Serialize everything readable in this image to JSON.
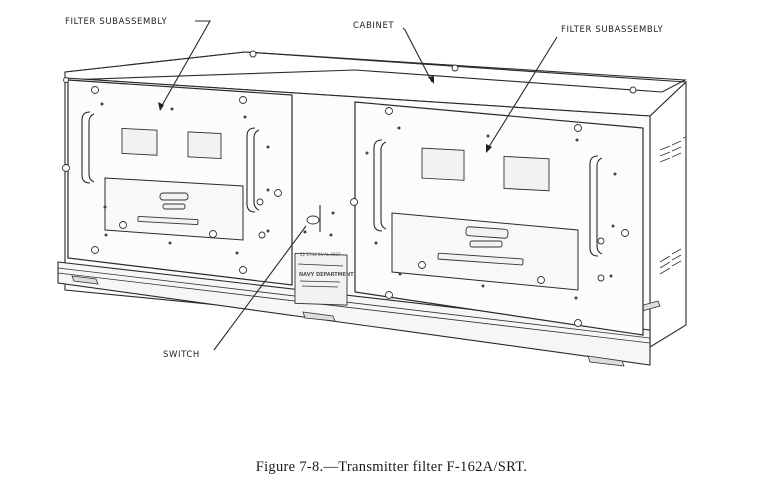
{
  "figure": {
    "caption": "Figure 7-8.—Transmitter filter F-162A/SRT.",
    "callouts": {
      "filter_left": "FILTER SUBASSEMBLY",
      "cabinet": "CABINET",
      "filter_right": "FILTER SUBASSEMBLY",
      "switch": "SWITCH"
    },
    "nameplate": {
      "title": "NAVY DEPARTMENT"
    }
  }
}
